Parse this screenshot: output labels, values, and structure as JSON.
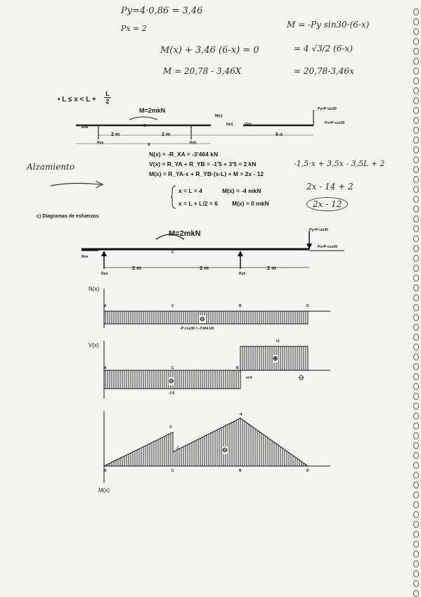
{
  "handwriting": {
    "top_left_1": "Py=4·0,86 = 3,46",
    "top_left_2": "Px = 2",
    "top_right_1": "M = -Py sin30·(6-x)",
    "top_right_2": "= 4 √3/2 (6-x)",
    "top_right_3": "= 20,78-3,46x",
    "mid_1": "M(x) + 3,46 (6-x) = 0",
    "mid_2": "M = 20,78 - 3,46X",
    "margin_note": "Alzamiento",
    "right_note_1": "-1,5·x + 3,5x - 3,5L + 2",
    "right_note_2": "2x - 14 + 2",
    "right_note_3": "2x - 12"
  },
  "section": {
    "interval_prefix": "L ≤ x < L +",
    "interval_num": "L",
    "interval_den": "2",
    "moment_label": "M=2mkN",
    "dim_1": "2 m",
    "dim_2": "2 m",
    "dim_3": "6-x",
    "x_label": "x",
    "label_c": "C",
    "label_rxa": "Rxa",
    "label_rya": "Rya",
    "label_ryb": "Ryb",
    "label_mx": "M(x)",
    "label_nx": "N(x)",
    "label_vx": "V(x)",
    "label_py": "Py=P·sin30",
    "label_px": "Px=P·cos30",
    "eq_n": "N(x) = -R_XA = -3'464 kN",
    "eq_v": "V(x) = R_YA + R_YB = -1'5 + 3'5 = 2 kN",
    "eq_m": "M(x) = R_YA·x + R_YB·(x-L) + M = 2x - 12",
    "case1_cond": "x = L = 4",
    "case1_res": "M(x) = -4 mkN",
    "case2_cond": "x = L + L/2 = 6",
    "case2_res": "M(x) = 0 mkN"
  },
  "diagrams": {
    "heading": "c) Diagramas de esfuerzos",
    "beam": {
      "moment": "M=2mkN",
      "label_c": "C",
      "rxa": "Rxa",
      "rya": "Rya",
      "ryb": "Ryb",
      "py": "Py=P·sin30",
      "px": "Px=P·cos30",
      "dims": [
        "2 m",
        "2 m",
        "2 m"
      ]
    },
    "normal": {
      "axis": "N(x)",
      "points": [
        "A",
        "C",
        "B",
        "D"
      ],
      "sign": "⊖",
      "caption": "-P·cos30 = -3'464 kN"
    },
    "shear": {
      "axis": "V(x)",
      "points": [
        "A",
        "C",
        "B"
      ],
      "sign_neg": "⊖",
      "sign_pos": "⊕",
      "val_neg": "-1'5",
      "val_pos": "+2",
      "x_mark": "x=4",
      "extra_sign": "⊖"
    },
    "moment": {
      "axis": "M(x)",
      "points": [
        "A",
        "C",
        "B",
        "D"
      ],
      "val_1": "-3",
      "val_2": "-1",
      "val_3": "-4",
      "sign": "⊖"
    }
  }
}
